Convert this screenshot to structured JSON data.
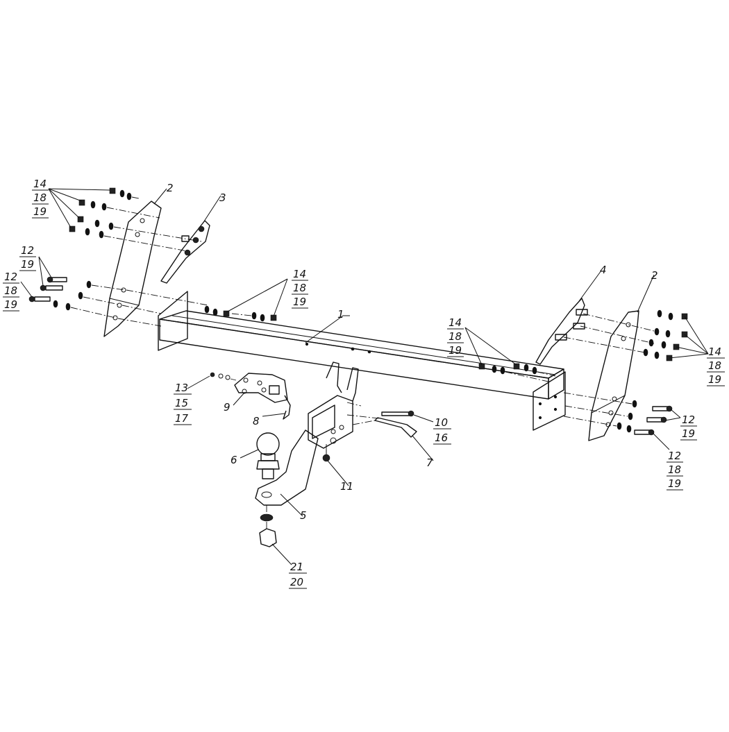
{
  "labels": {
    "p1": "1",
    "p2_left": "2",
    "p2_right": "2",
    "p3": "3",
    "p4": "4",
    "p5": "5",
    "p6": "6",
    "p7": "7",
    "p8": "8",
    "p9": "9",
    "p10": "10",
    "p11": "11",
    "ul_14": "14",
    "ul_18": "18",
    "ul_19": "19",
    "ml_12": "12",
    "ml_19": "19",
    "ll_12": "12",
    "ll_18": "18",
    "ll_19": "19",
    "c_14": "14",
    "c_18": "18",
    "c_19": "19",
    "cr_14": "14",
    "cr_18": "18",
    "cr_19": "19",
    "ur_14": "14",
    "ur_18": "18",
    "ur_19": "19",
    "mr_12": "12",
    "mr_19": "19",
    "lr_12": "12",
    "lr_18": "18",
    "lr_19": "19",
    "b_13": "13",
    "b_15": "15",
    "b_17": "17",
    "b_10": "10",
    "b_16": "16",
    "b_21": "21",
    "b_20": "20"
  }
}
